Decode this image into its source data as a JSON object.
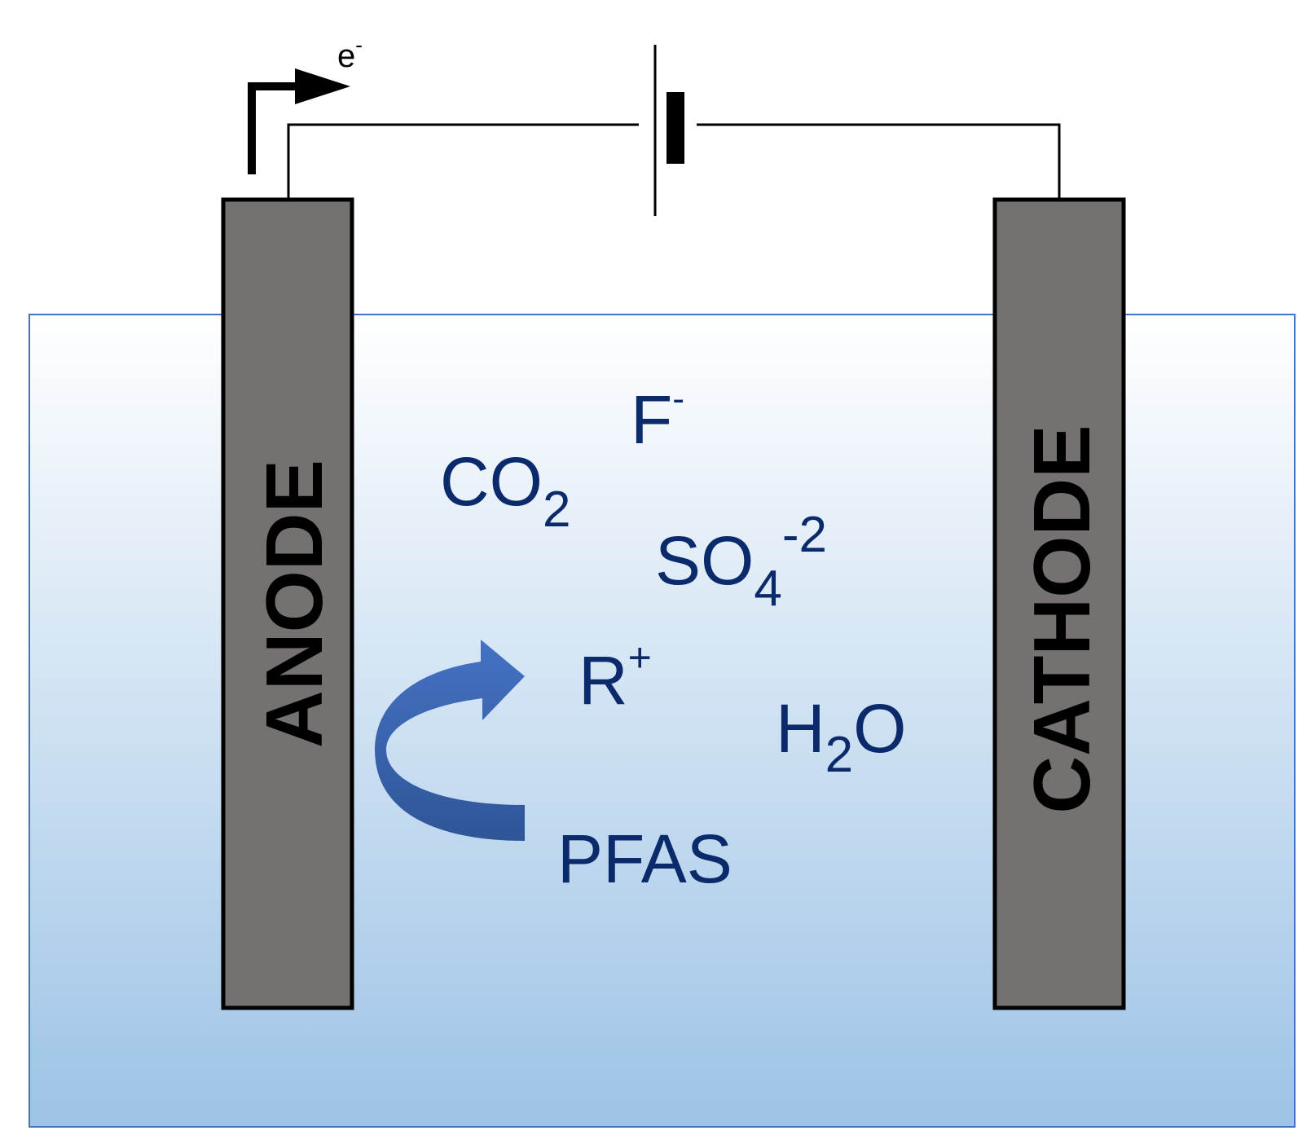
{
  "electrodes": {
    "anode_label": "ANODE",
    "cathode_label": "CATHODE"
  },
  "electron_flow": {
    "symbol": "e",
    "charge": "-"
  },
  "species": {
    "fluoride": {
      "base": "F",
      "sup": "-"
    },
    "carbon_dioxide": {
      "base": "CO",
      "sub": "2"
    },
    "sulfate": {
      "base": "SO",
      "sub": "4",
      "sup": "-2"
    },
    "radical": {
      "base": "R",
      "sup": "+"
    },
    "water": {
      "base": "H",
      "sub": "2",
      "tail": "O"
    },
    "pfas": {
      "base": "PFAS"
    }
  },
  "colors": {
    "species_text": "#0b2a6b",
    "electrode_fill": "#767171",
    "electrolyte_top": "#ffffff",
    "electrolyte_bottom": "#9dc3e6",
    "electrolyte_border": "#4472c4",
    "reaction_arrow": "#4472c4"
  }
}
